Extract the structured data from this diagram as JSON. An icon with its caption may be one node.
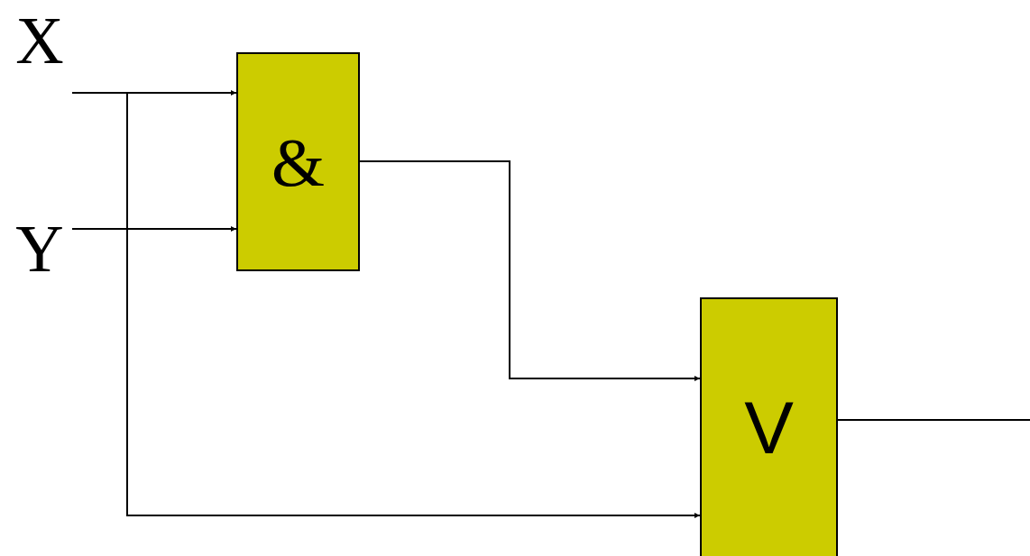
{
  "diagram": {
    "nodes": [
      {
        "text": [
          "X"
        ]
      },
      {
        "text": [
          "Y"
        ]
      },
      {
        "text": [
          "&"
        ]
      },
      {
        "text": [
          "V"
        ]
      }
    ],
    "edges": [
      {
        "from": 0,
        "to": 2,
        "arrow": "to"
      },
      {
        "from": 1,
        "to": 2,
        "arrow": "to"
      },
      {
        "from": 2,
        "to": 3,
        "arrow": "to"
      },
      {
        "from": 0,
        "to": 3,
        "arrow": "to"
      },
      {
        "from": 3,
        "to": null,
        "arrow": "none"
      }
    ]
  }
}
